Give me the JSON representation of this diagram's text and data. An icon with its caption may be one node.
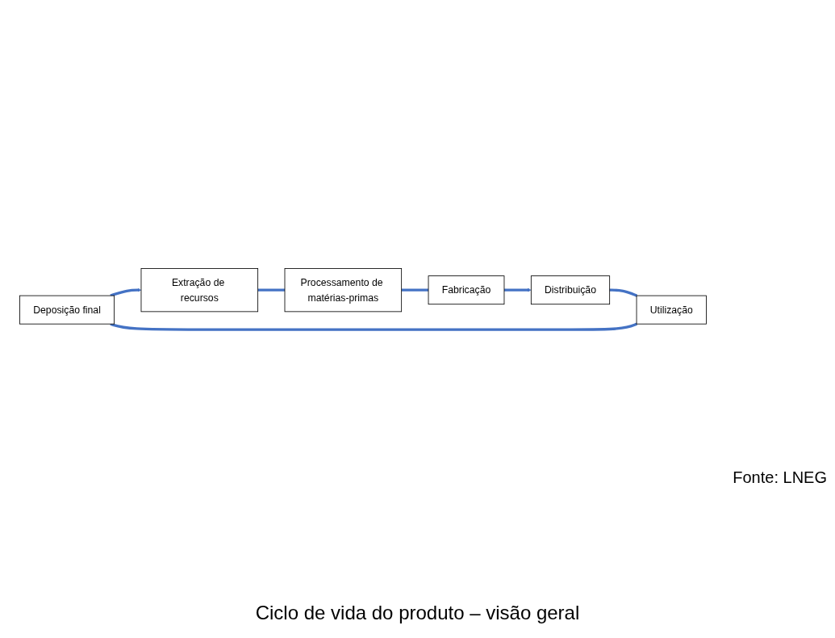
{
  "diagram": {
    "caption": "Ciclo de vida do produto – visão geral",
    "nodes": [
      {
        "text": [
          "Deposição final"
        ]
      },
      {
        "text": [
          "Extração de recursos"
        ]
      },
      {
        "text": [
          "Processamento de matérias-primas"
        ]
      },
      {
        "text": [
          "Fabricação"
        ]
      },
      {
        "text": [
          "Distribuição"
        ]
      },
      {
        "text": [
          "Utilização"
        ]
      }
    ],
    "edges": [
      {
        "from": 0,
        "to": 1,
        "arrow": "to"
      },
      {
        "from": 1,
        "to": 2,
        "arrow": "none"
      },
      {
        "from": 2,
        "to": 3,
        "arrow": "none"
      },
      {
        "from": 3,
        "to": 4,
        "arrow": "to"
      },
      {
        "from": 4,
        "to": 5,
        "arrow": "none"
      },
      {
        "from": 5,
        "to": 0,
        "arrow": "none"
      }
    ],
    "labels": [
      "Fonte: LNEG"
    ]
  }
}
